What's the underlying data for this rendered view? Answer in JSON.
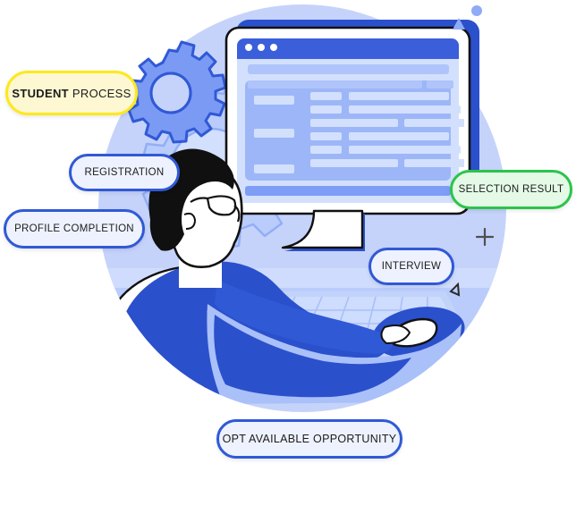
{
  "illustration": {
    "title": "Student Process Flow Illustration",
    "background_shape": "circle",
    "colors": {
      "backdrop_circle": "#C5D3FB",
      "accent_blue": "#3059D6",
      "deep_blue": "#2B50CC",
      "light_blue": "#AFC4FA",
      "pale_blue": "#D9E3FD",
      "screen_blue": "#9DB6F7",
      "white": "#FFFFFF",
      "hair_black": "#101010",
      "badge_yellow_fill": "#FDF8D2",
      "badge_yellow_border": "#FFE81C",
      "badge_green_fill": "#E4FAE6",
      "badge_green_border": "#2BC44C",
      "badge_blue_fill": "#EEF2FE",
      "badge_blue_border": "#3059D6",
      "text": "#1C1C1C"
    }
  },
  "labels": {
    "student_process": {
      "bold_part": "STUDENT",
      "regular_part": "PROCESS",
      "full": "STUDENT PROCESS",
      "fill": "#FDF8D2",
      "border": "#FFE81C"
    },
    "registration": {
      "text": "REGISTRATION",
      "fill": "#EEF2FE",
      "border": "#3059D6"
    },
    "profile_completion": {
      "text": "PROFILE COMPLETION",
      "fill": "#EEF2FE",
      "border": "#3059D6"
    },
    "selection_result": {
      "text": "SELECTION RESULT",
      "fill": "#E4FAE6",
      "border": "#2BC44C"
    },
    "interview": {
      "text": "INTERVIEW",
      "fill": "#EEF2FE",
      "border": "#3059D6"
    },
    "opt_available_opportunity": {
      "text": "OPT AVAILABLE OPPORTUNITY",
      "fill": "#EEF2FE",
      "border": "#3059D6"
    }
  },
  "scene_objects": {
    "monitor": "desktop-monitor",
    "monitor_window_dots": 3,
    "gear_small": "gear-icon",
    "gear_large": "gear-icon",
    "person": "person-profile-with-glasses",
    "keyboard": "keyboard",
    "mouse": "computer-mouse",
    "decor_dot": "dot-decoration",
    "decor_triangle_up": "triangle-decoration",
    "decor_triangle_left": "triangle-decoration",
    "decor_plus": "plus-decoration"
  }
}
